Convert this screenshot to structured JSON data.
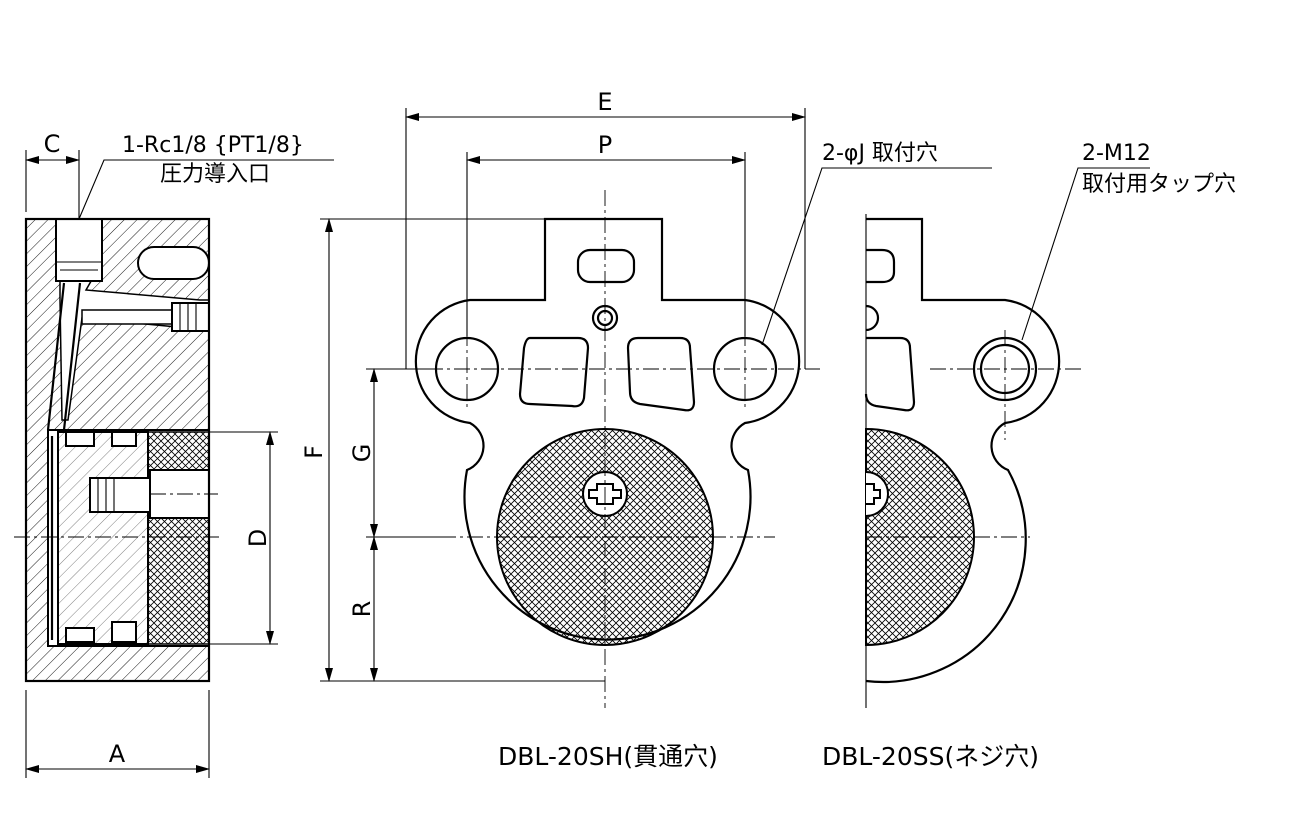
{
  "dimensions": {
    "A": "A",
    "C": "C",
    "D": "D",
    "E": "E",
    "P": "P",
    "F": "F",
    "G": "G",
    "R": "R"
  },
  "notes": {
    "port_line1": "1-Rc1/8 {PT1/8}",
    "port_line2": "圧力導入口",
    "mount_hole": "2-φJ 取付穴",
    "tap_hole_line1": "2-M12",
    "tap_hole_line2": "取付用タップ穴"
  },
  "captions": {
    "through_hole_model": "DBL-20SH(貫通穴)",
    "tapped_hole_model": "DBL-20SS(ネジ穴)"
  }
}
